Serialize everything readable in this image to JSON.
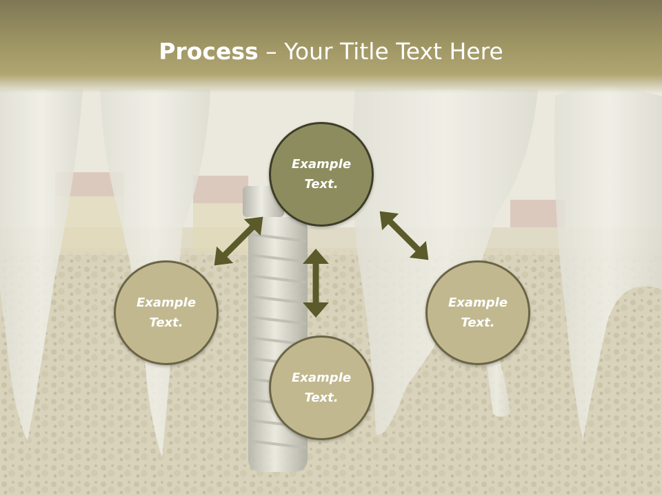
{
  "title": {
    "bold": "Process",
    "rest": " – Your Title Text Here"
  },
  "nodes": {
    "top": "Example\nText.",
    "left": "Example\nText.",
    "right": "Example\nText.",
    "bottom": "Example\nText."
  },
  "colors": {
    "header": "#9d9463",
    "arrow": "#5a5a2a",
    "node_top": "#8c8c5e",
    "node_other": "#c2b88f"
  },
  "icons": [
    "double-arrow-icon"
  ]
}
